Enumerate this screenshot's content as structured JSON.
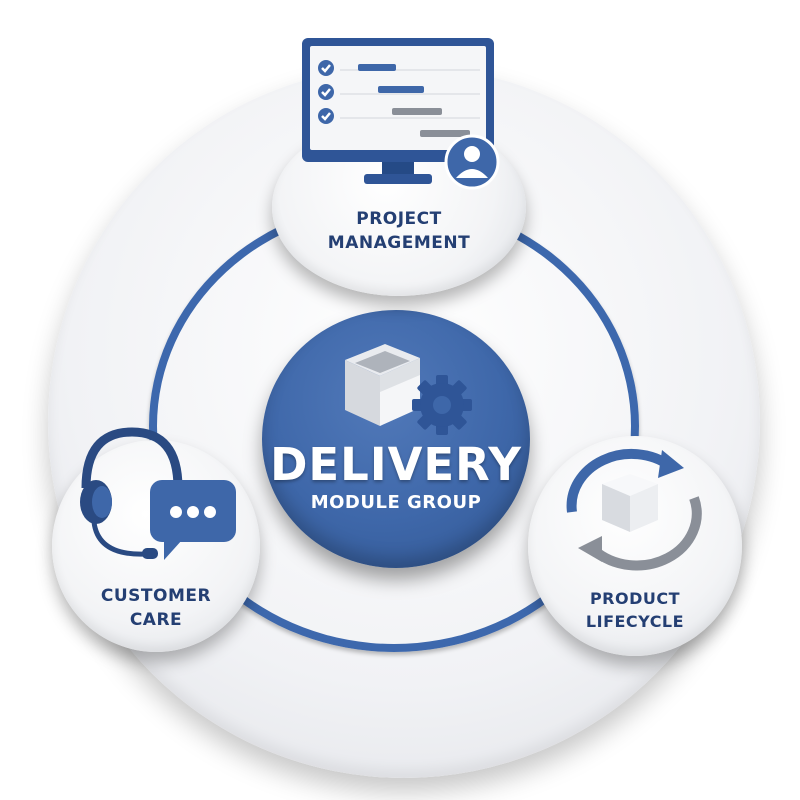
{
  "center": {
    "title": "DELIVERY",
    "subtitle": "MODULE GROUP"
  },
  "nodes": {
    "project_management": {
      "line1": "PROJECT",
      "line2": "MANAGEMENT",
      "icon": "monitor-gantt-icon"
    },
    "customer_care": {
      "line1": "CUSTOMER",
      "line2": "CARE",
      "icon": "headset-chat-icon"
    },
    "product_lifecycle": {
      "line1": "PRODUCT",
      "line2": "LIFECYCLE",
      "icon": "cycle-box-icon"
    }
  },
  "colors": {
    "primary": "#3e67a9",
    "dark": "#243f73",
    "light": "#f3f4f6",
    "gray": "#8a8f98"
  }
}
